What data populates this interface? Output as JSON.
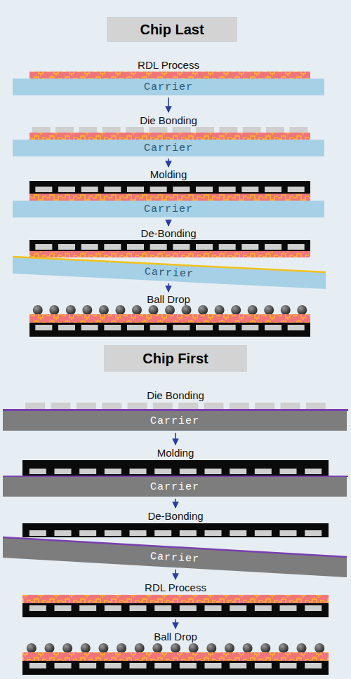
{
  "diagram": {
    "nodes": [
      {
        "text": [
          "Chip Last"
        ]
      },
      {
        "text": [
          "Carrier"
        ]
      },
      {
        "text": [
          "Carrier"
        ]
      },
      {
        "text": [
          "Carrier"
        ]
      },
      {
        "text": [
          "Carrier"
        ]
      },
      {
        "text": [
          "Chip First"
        ]
      },
      {
        "text": [
          "Carrier"
        ]
      },
      {
        "text": [
          "Carrier"
        ]
      },
      {
        "text": [
          "Carrier"
        ]
      }
    ],
    "labels": [
      "RDL Process",
      "Die Bonding",
      "Molding",
      "De-Bonding",
      "Ball Drop",
      "Die Bonding",
      "Molding",
      "De-Bonding",
      "RDL Process",
      "Ball Drop"
    ]
  }
}
